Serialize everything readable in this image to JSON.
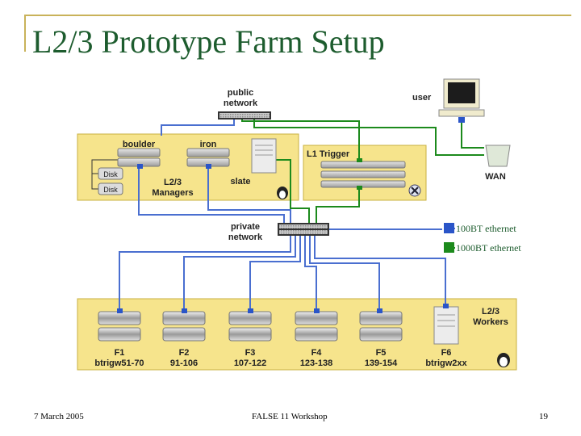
{
  "slide": {
    "title": "L2/3 Prototype Farm Setup",
    "footer_date": "7 March 2005",
    "footer_center": "FALSE 11 Workshop",
    "page_number": "19"
  },
  "diagram": {
    "public_network": [
      "public",
      "network"
    ],
    "private_network": [
      "private",
      "network"
    ],
    "user": "user",
    "wan": "WAN",
    "managers": {
      "boulder": "boulder",
      "iron": "iron",
      "slate": "slate",
      "disk": "Disk",
      "group_label": [
        "L2/3",
        "Managers"
      ]
    },
    "l1_trigger": "L1 Trigger",
    "workers_label": [
      "L2/3",
      "Workers"
    ],
    "nodes": [
      {
        "id": "F1",
        "range": "btrigw51-70"
      },
      {
        "id": "F2",
        "range": "91-106"
      },
      {
        "id": "F3",
        "range": "107-122"
      },
      {
        "id": "F4",
        "range": "123-138"
      },
      {
        "id": "F5",
        "range": "139-154"
      },
      {
        "id": "F6",
        "range": "btrigw2xx"
      }
    ],
    "legend": [
      {
        "label": "100BT ethernet",
        "color": "#2a55c8"
      },
      {
        "label": "1000BT ethernet",
        "color": "#1c8a1c"
      }
    ],
    "colors": {
      "panel": "#f6e48c",
      "panel_border": "#c8b040",
      "line_100": "#4a6fd0",
      "line_1000": "#1c8a1c"
    }
  }
}
